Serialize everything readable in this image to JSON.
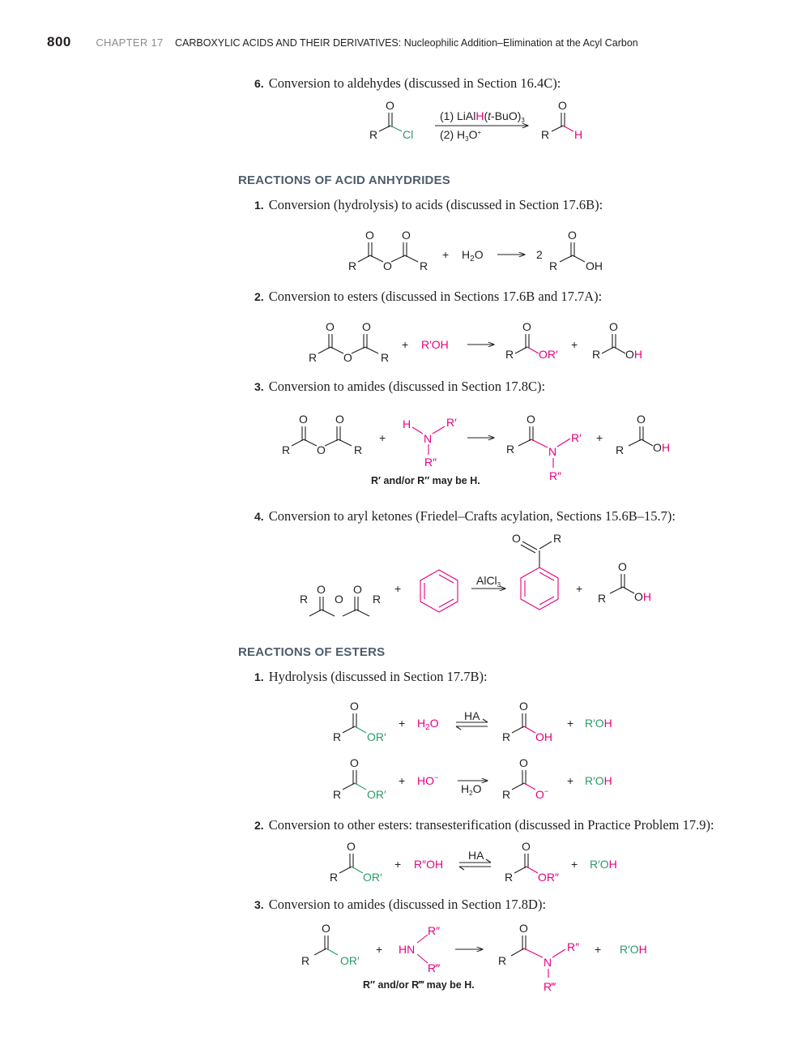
{
  "header": {
    "page_number": "800",
    "chapter": "CHAPTER 17",
    "chapter_title": "CARBOXYLIC ACIDS AND THEIR DERIVATIVES: Nucleophilic Addition–Elimination at the Acyl Carbon"
  },
  "acid_chloride_item": {
    "number": "6.",
    "text": "Conversion to aldehydes (discussed in Section 16.4C):",
    "reagent_1": "(1) LiAlH(t-BuO)3",
    "reagent_2": "(2) H3O+"
  },
  "anhydrides": {
    "heading": "REACTIONS OF ACID ANHYDRIDES",
    "items": [
      {
        "number": "1.",
        "text": "Conversion (hydrolysis) to acids (discussed in Section 17.6B):"
      },
      {
        "number": "2.",
        "text": "Conversion to esters (discussed in Sections 17.6B and 17.7A):"
      },
      {
        "number": "3.",
        "text": "Conversion to amides (discussed in Section 17.8C):"
      },
      {
        "number": "4.",
        "text": "Conversion to aryl ketones (Friedel–Crafts acylation, Sections 15.6B–15.7):"
      }
    ],
    "amide_note": "R′ and/or R″ may be H.",
    "friedel_crafts_catalyst": "AlCl3"
  },
  "esters": {
    "heading": "REACTIONS OF ESTERS",
    "items": [
      {
        "number": "1.",
        "text": "Hydrolysis (discussed in Section 17.7B):"
      },
      {
        "number": "2.",
        "text": "Conversion to other esters: transesterification (discussed in Practice Problem 17.9):"
      },
      {
        "number": "3.",
        "text": "Conversion to amides (discussed in Section 17.8D):"
      }
    ],
    "catalyst": "HA",
    "amide_note": "R″ and/or R‴ may be H."
  },
  "colors": {
    "magenta": "#e6007e",
    "green": "#2b9a68",
    "heading_slate": "#4e5d6c",
    "chapter_gray": "#8a8c8e"
  }
}
